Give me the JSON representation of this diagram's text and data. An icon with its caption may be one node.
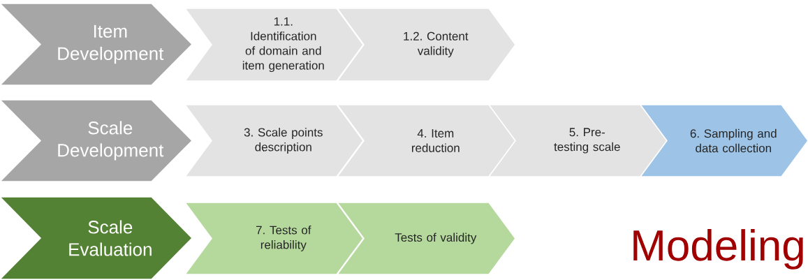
{
  "diagram": {
    "nodes": [
      {
        "text": [
          "Item Development"
        ]
      },
      {
        "text": [
          "1.1. Identification of domain and item generation"
        ]
      },
      {
        "text": [
          "1.2. Content validity"
        ]
      },
      {
        "text": [
          "Scale Development"
        ]
      },
      {
        "text": [
          "3. Scale points description"
        ]
      },
      {
        "text": [
          "4. Item reduction"
        ]
      },
      {
        "text": [
          "5. Pre-testing scale"
        ]
      },
      {
        "text": [
          "6. Sampling and data collection"
        ]
      },
      {
        "text": [
          "Scale Evaluation"
        ]
      },
      {
        "text": [
          "7. Tests of reliability"
        ]
      },
      {
        "text": [
          "Tests of validity"
        ]
      }
    ],
    "edges": [],
    "labels": [
      "Modeling"
    ]
  }
}
